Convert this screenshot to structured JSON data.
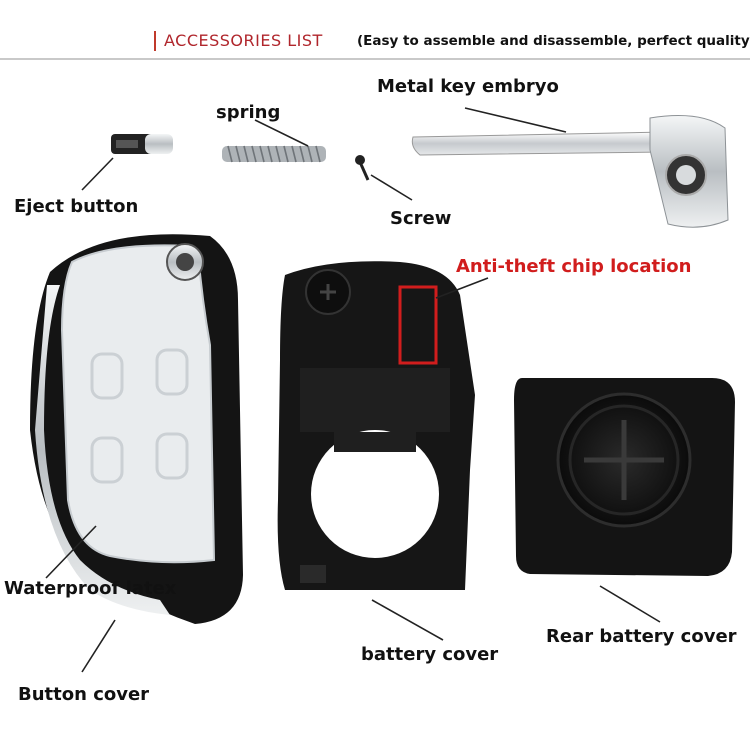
{
  "header": {
    "title": "ACCESSORIES LIST",
    "note": "(Easy to assemble and disassemble, perfect quality"
  },
  "labels": {
    "spring": "spring",
    "metal_key": "Metal key embryo",
    "eject_button": "Eject button",
    "screw": "Screw",
    "chip": "Anti-theft chip location",
    "latex": "Waterproof latex",
    "battery_cover": "battery cover",
    "rear_battery_cover": "Rear battery cover",
    "button_cover": "Button cover"
  },
  "colors": {
    "label_text": "#111111",
    "highlight_red": "#d11d1d",
    "header_accent": "#b0262c",
    "shell_black": "#141414",
    "chrome": "#cfd3d6",
    "latex_gray": "#e9ecee"
  }
}
